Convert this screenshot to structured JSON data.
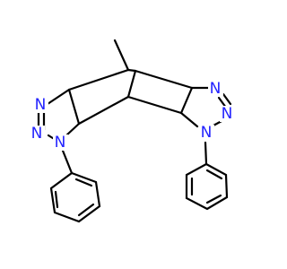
{
  "molecule": {
    "atom_labels": {
      "n_left_1": "N",
      "n_left_2": "N",
      "n_left_3": "N",
      "n_right_1": "N",
      "n_right_2": "N",
      "n_right_3": "N"
    },
    "colors": {
      "bond": "#000000",
      "nitrogen": "#2323ff",
      "background": "#ffffff"
    }
  }
}
